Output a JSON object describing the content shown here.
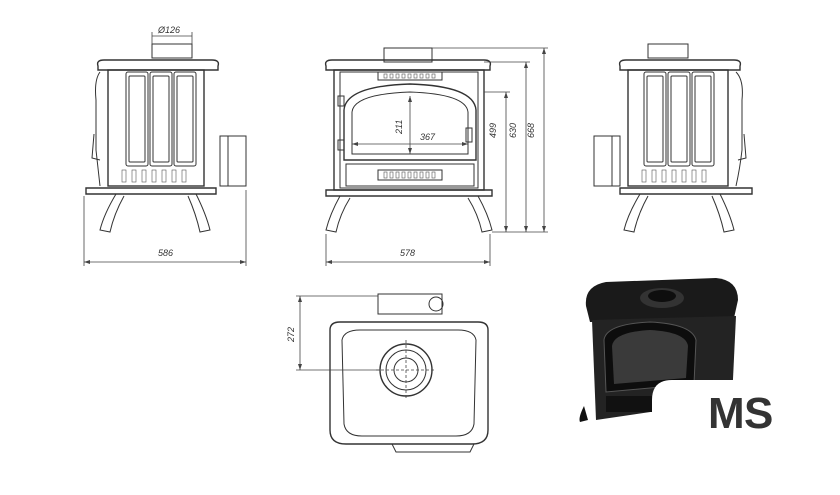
{
  "dimensions": {
    "flue_diameter": "Ø126",
    "side_width": "586",
    "front_width": "578",
    "door_height": "211",
    "door_width": "367",
    "height_flue": "499",
    "height_body": "630",
    "height_total": "668",
    "top_depth": "272"
  },
  "logo": {
    "text": "MS",
    "color_m": "#3fd14a",
    "color_s": "#2b2b2b",
    "background": "#ffffff"
  },
  "colors": {
    "line": "#333333",
    "stove_render": "#1a1a1a"
  }
}
